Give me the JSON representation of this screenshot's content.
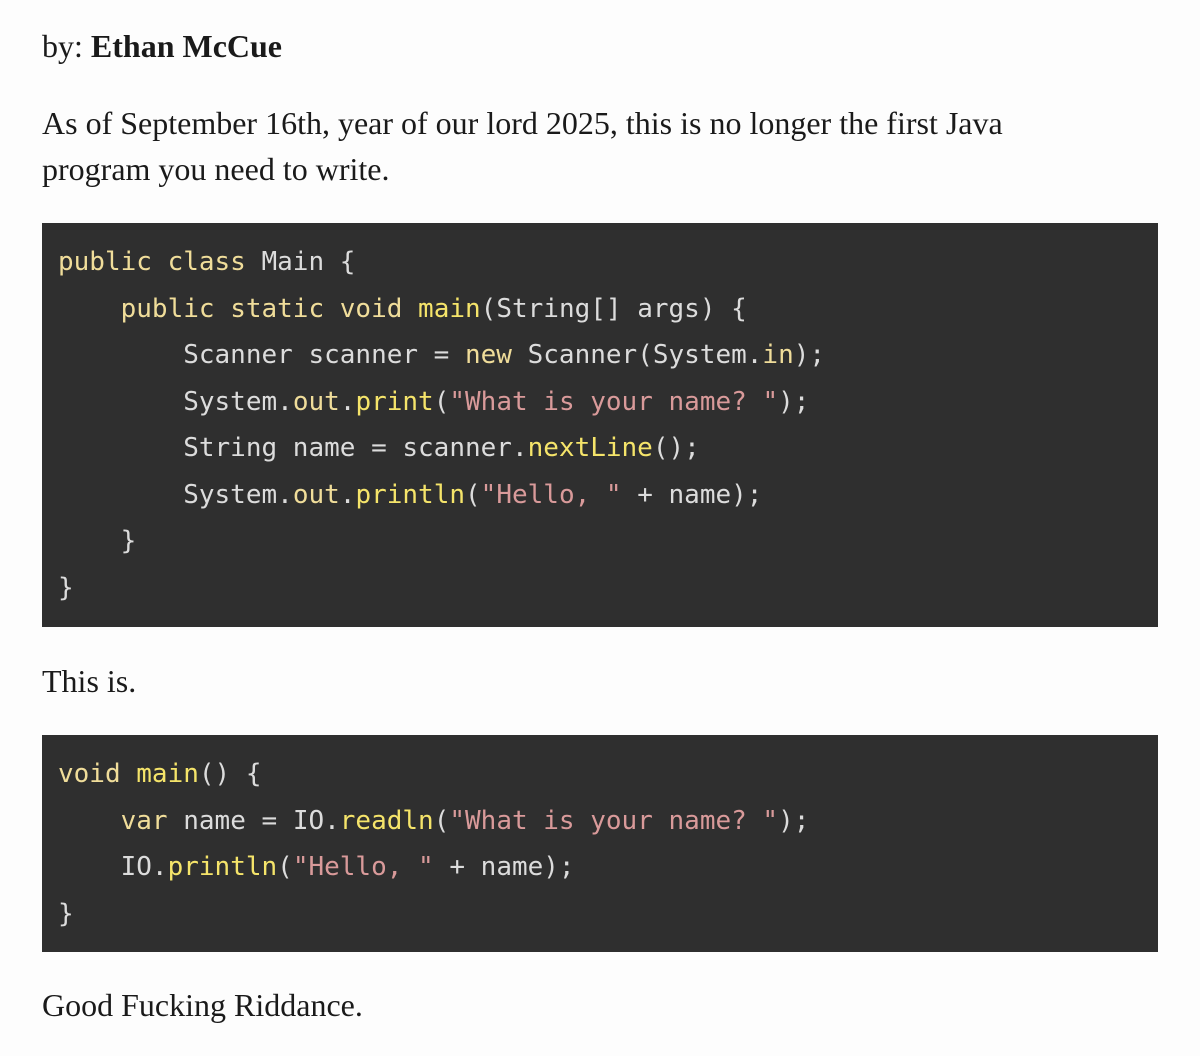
{
  "byline": {
    "prefix": "by: ",
    "author": "Ethan McCue"
  },
  "paragraphs": {
    "intro": "As of September 16th, year of our lord 2025, this is no longer the first Java program you need to write.",
    "middle": "This is.",
    "closing": "Good Fucking Riddance."
  },
  "code_old": {
    "lines": [
      [
        [
          "kw",
          "public class"
        ],
        [
          "plain",
          " Main {"
        ]
      ],
      [
        [
          "plain",
          "    "
        ],
        [
          "kw",
          "public static void"
        ],
        [
          "plain",
          " "
        ],
        [
          "fn",
          "main"
        ],
        [
          "plain",
          "(String[] args) {"
        ]
      ],
      [
        [
          "plain",
          "        Scanner scanner = "
        ],
        [
          "kw",
          "new"
        ],
        [
          "plain",
          " Scanner(System."
        ],
        [
          "field",
          "in"
        ],
        [
          "plain",
          ");"
        ]
      ],
      [
        [
          "plain",
          "        System."
        ],
        [
          "field",
          "out"
        ],
        [
          "plain",
          "."
        ],
        [
          "fn",
          "print"
        ],
        [
          "plain",
          "("
        ],
        [
          "str",
          "\"What is your name? \""
        ],
        [
          "plain",
          ");"
        ]
      ],
      [
        [
          "plain",
          "        String name = scanner."
        ],
        [
          "fn",
          "nextLine"
        ],
        [
          "plain",
          "();"
        ]
      ],
      [
        [
          "plain",
          "        System."
        ],
        [
          "field",
          "out"
        ],
        [
          "plain",
          "."
        ],
        [
          "fn",
          "println"
        ],
        [
          "plain",
          "("
        ],
        [
          "str",
          "\"Hello, \""
        ],
        [
          "plain",
          " + name);"
        ]
      ],
      [
        [
          "plain",
          "    }"
        ]
      ],
      [
        [
          "plain",
          "}"
        ]
      ]
    ]
  },
  "code_new": {
    "lines": [
      [
        [
          "kw",
          "void"
        ],
        [
          "plain",
          " "
        ],
        [
          "fn",
          "main"
        ],
        [
          "plain",
          "() {"
        ]
      ],
      [
        [
          "plain",
          "    "
        ],
        [
          "kw",
          "var"
        ],
        [
          "plain",
          " name = IO."
        ],
        [
          "fn",
          "readln"
        ],
        [
          "plain",
          "("
        ],
        [
          "str",
          "\"What is your name? \""
        ],
        [
          "plain",
          ");"
        ]
      ],
      [
        [
          "plain",
          "    IO."
        ],
        [
          "fn",
          "println"
        ],
        [
          "plain",
          "("
        ],
        [
          "str",
          "\"Hello, \""
        ],
        [
          "plain",
          " + name);"
        ]
      ],
      [
        [
          "plain",
          "}"
        ]
      ]
    ]
  },
  "colors": {
    "page_background": "#fdfdfd",
    "code_background": "#2f2f2f",
    "keyword": "#f0dd9a",
    "function": "#f5e46a",
    "string": "#d99a9a",
    "plain": "#dcdcdc"
  }
}
